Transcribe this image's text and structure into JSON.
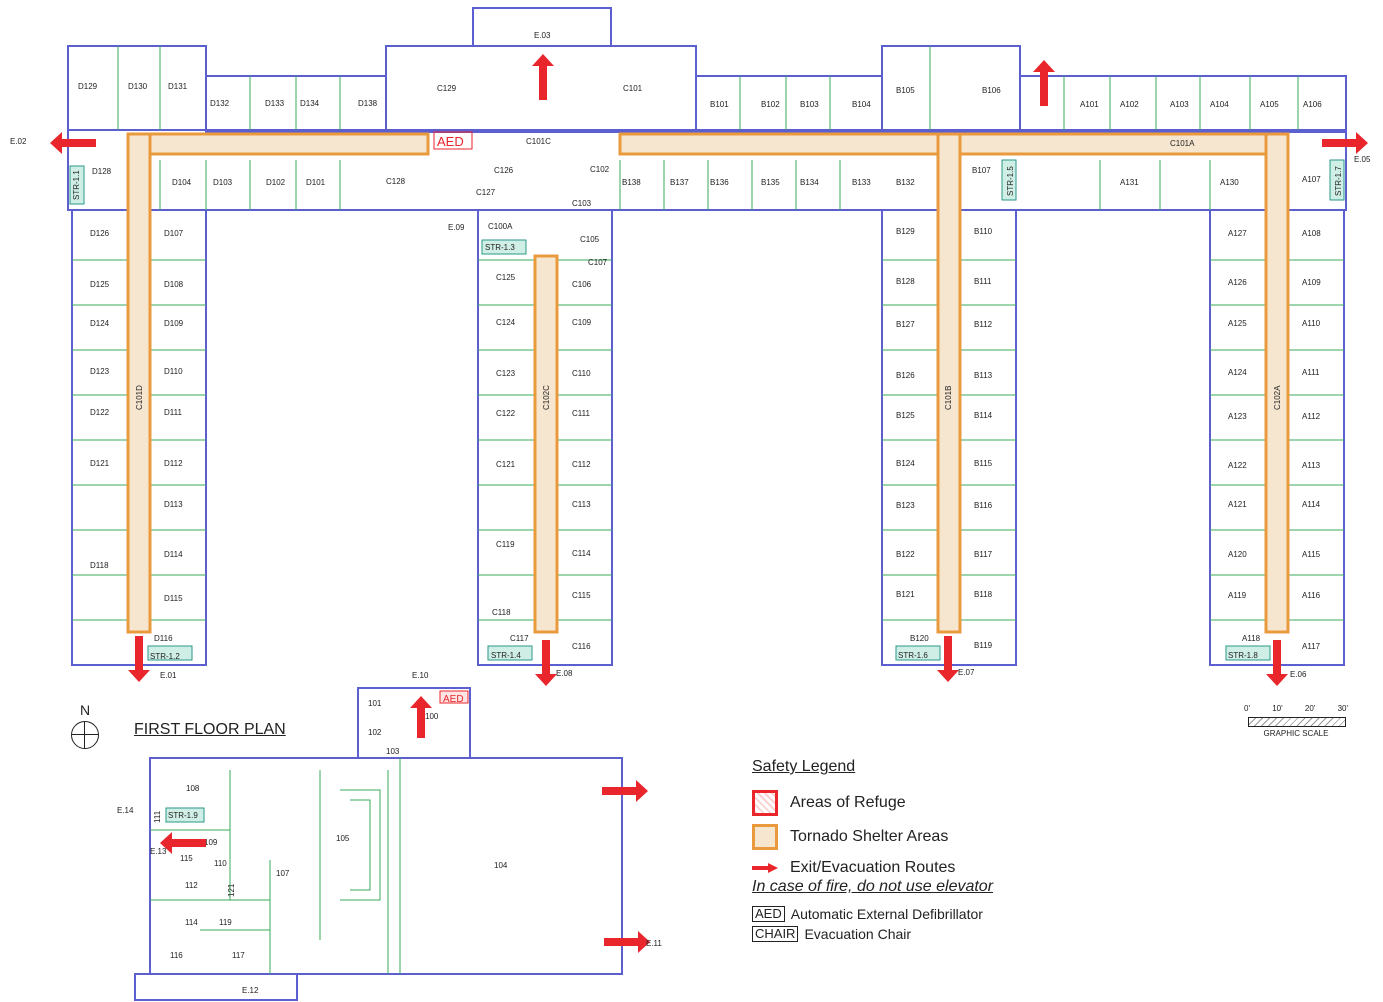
{
  "title": "FIRST FLOOR PLAN",
  "north_label": "N",
  "legend": {
    "title": "Safety Legend",
    "refuge": "Areas of Refuge",
    "tornado": "Tornado Shelter Areas",
    "exit": "Exit/Evacuation Routes",
    "note": "In case of fire, do not use elevator",
    "aed_tag": "AED",
    "aed_desc": "Automatic External Defibrillator",
    "chair_tag": "CHAIR",
    "chair_desc": "Evacuation Chair"
  },
  "scale": {
    "ticks": [
      "0'",
      "10'",
      "20'",
      "30'"
    ],
    "caption": "GRAPHIC SCALE"
  },
  "aed_labels": [
    "AED",
    "AED"
  ],
  "colors": {
    "walls": "#5b5fd0",
    "interior": "#3aa85a",
    "tornado": "#e89a3c",
    "refuge": "#e8262b",
    "stairs": "#2a9a8a"
  },
  "exits": [
    "E.01",
    "E.02",
    "E.03",
    "E.05",
    "E.06",
    "E.07",
    "E.08",
    "E.09",
    "E.10",
    "E.11",
    "E.12",
    "E.13",
    "E.14"
  ],
  "stairs": [
    "STR-1.1",
    "STR-1.2",
    "STR-1.3",
    "STR-1.4",
    "STR-1.5",
    "STR-1.6",
    "STR-1.7",
    "STR-1.8",
    "STR-1.9"
  ],
  "corridors": [
    "C101D",
    "C101C",
    "C101A",
    "C102C",
    "C101B",
    "C102A"
  ],
  "rooms_d": [
    "D129",
    "D130",
    "D131",
    "D132",
    "D133",
    "D134",
    "D138",
    "D128",
    "D104",
    "D103",
    "D102",
    "D101",
    "D126",
    "D107",
    "D125",
    "D108",
    "D124",
    "D109",
    "D123",
    "D110",
    "D122",
    "D111",
    "D121",
    "D112",
    "D113",
    "D114",
    "D118",
    "D115",
    "D116"
  ],
  "rooms_c": [
    "C129",
    "C101",
    "C126",
    "C127",
    "C128",
    "C102",
    "C103",
    "C105",
    "C107",
    "C100A",
    "C125",
    "C106",
    "C124",
    "C109",
    "C123",
    "C110",
    "C122",
    "C111",
    "C121",
    "C112",
    "C113",
    "C119",
    "C114",
    "C115",
    "C118",
    "C117",
    "C116"
  ],
  "rooms_b": [
    "B101",
    "B102",
    "B103",
    "B104",
    "B105",
    "B106",
    "B138",
    "B137",
    "B136",
    "B135",
    "B134",
    "B133",
    "B132",
    "B107",
    "B129",
    "B110",
    "B128",
    "B111",
    "B127",
    "B112",
    "B126",
    "B113",
    "B125",
    "B114",
    "B124",
    "B115",
    "B123",
    "B116",
    "B122",
    "B117",
    "B121",
    "B118",
    "B120",
    "B119"
  ],
  "rooms_a": [
    "A101",
    "A102",
    "A103",
    "A104",
    "A105",
    "A106",
    "A131",
    "A130",
    "A107",
    "A127",
    "A108",
    "A126",
    "A109",
    "A125",
    "A110",
    "A124",
    "A111",
    "A123",
    "A112",
    "A122",
    "A113",
    "A121",
    "A114",
    "A120",
    "A115",
    "A119",
    "A116",
    "A118",
    "A117"
  ],
  "rooms_annex": [
    "101",
    "102",
    "100",
    "103",
    "108",
    "105",
    "104",
    "109",
    "110",
    "107",
    "111",
    "112",
    "114",
    "115",
    "119",
    "121",
    "116",
    "117"
  ]
}
